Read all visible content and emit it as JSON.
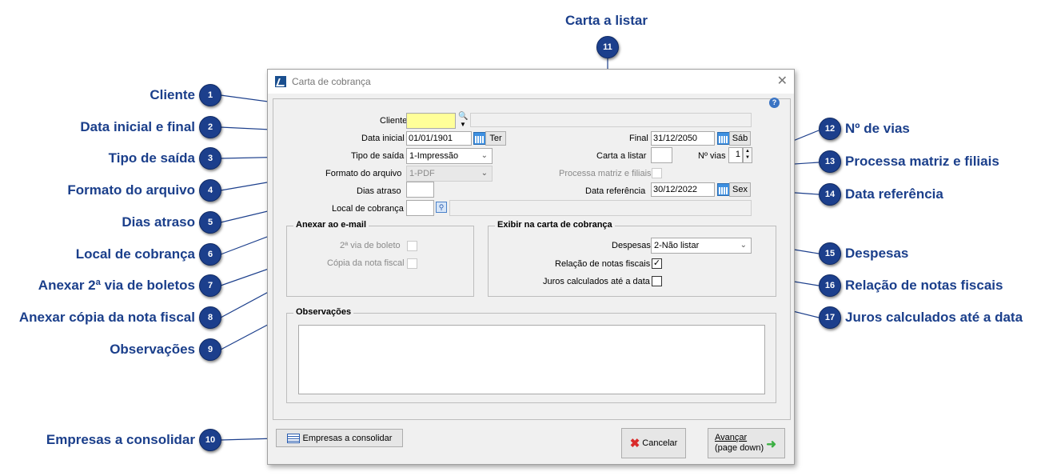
{
  "annotations": {
    "1": "Cliente",
    "2": "Data inicial e final",
    "3": "Tipo de saída",
    "4": "Formato do arquivo",
    "5": "Dias atraso",
    "6": "Local de cobrança",
    "7": "Anexar 2ª via de boletos",
    "8": "Anexar cópia da nota fiscal",
    "9": "Observações",
    "10": "Empresas a consolidar",
    "11": "Carta a listar",
    "12": "Nº de vias",
    "13": "Processa matriz e filiais",
    "14": "Data referência",
    "15": "Despesas",
    "16": "Relação de notas fiscais",
    "17": "Juros calculados até a data"
  },
  "badges": [
    "1",
    "2",
    "3",
    "4",
    "5",
    "6",
    "7",
    "8",
    "9",
    "10",
    "11",
    "12",
    "13",
    "14",
    "15",
    "16",
    "17"
  ],
  "dialog": {
    "title": "Carta de cobrança",
    "close": "✕",
    "help": "?",
    "fields": {
      "cliente_label": "Cliente",
      "cliente_value": "",
      "data_inicial_label": "Data inicial",
      "data_inicial_value": "01/01/1901",
      "data_inicial_day": "Ter",
      "final_label": "Final",
      "final_value": "31/12/2050",
      "final_day": "Sáb",
      "tipo_saida_label": "Tipo de saída",
      "tipo_saida_value": "1-Impressão",
      "carta_listar_label": "Carta a listar",
      "carta_listar_value": "",
      "vias_label": "Nº vias",
      "vias_value": "1",
      "formato_label": "Formato do arquivo",
      "formato_value": "1-PDF",
      "processa_label": "Processa matriz e filiais",
      "dias_atraso_label": "Dias atraso",
      "dias_atraso_value": "",
      "data_ref_label": "Data referência",
      "data_ref_value": "30/12/2022",
      "data_ref_day": "Sex",
      "local_label": "Local de cobrança",
      "local_value": ""
    },
    "anexar_group": {
      "title": "Anexar ao e-mail",
      "boleto_label": "2ª via de boleto",
      "nota_label": "Cópia da nota fiscal"
    },
    "exibir_group": {
      "title": "Exibir na carta de cobrança",
      "despesas_label": "Despesas",
      "despesas_value": "2-Não listar",
      "notas_label": "Relação de notas fiscais",
      "juros_label": "Juros calculados até a data"
    },
    "observacoes_title": "Observações",
    "buttons": {
      "empresas": "Empresas a consolidar",
      "cancelar": "Cancelar",
      "avancar_line1": "Avançar",
      "avancar_line2": "(page down)"
    }
  },
  "colors": {
    "annotation": "#1b3f8b",
    "badge": "#1c3f8c",
    "highlight_input": "#ffff99"
  }
}
